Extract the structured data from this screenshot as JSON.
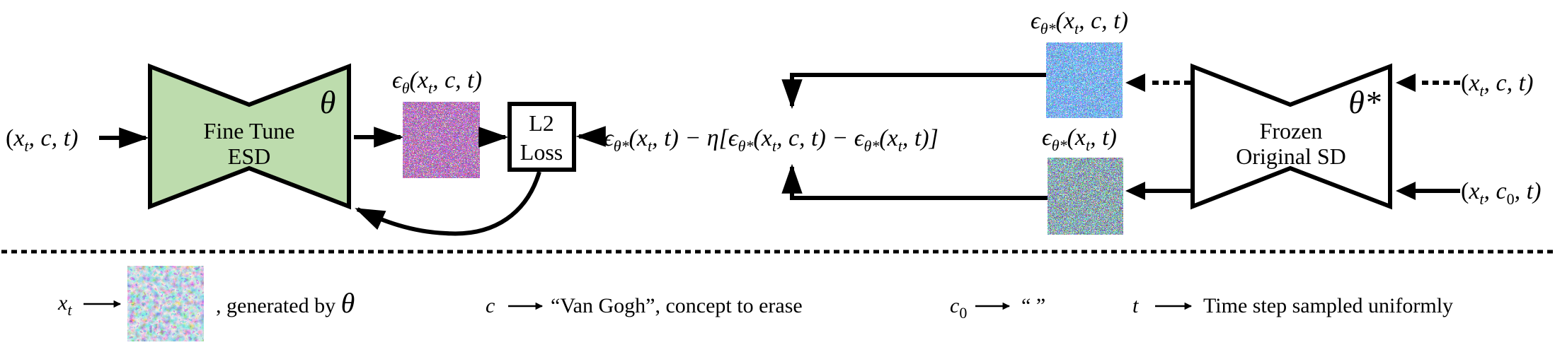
{
  "colors": {
    "finetune_fill": "#bddcad",
    "stroke": "#000000",
    "frozen_fill": "#ffffff"
  },
  "finetune_model": {
    "line1": "Fine Tune",
    "line2": "ESD",
    "param_symbol": "θ"
  },
  "frozen_model": {
    "line1": "Frozen",
    "line2": "Original SD",
    "param_symbol": "θ*"
  },
  "loss_box": {
    "line1": "L2",
    "line2": "Loss"
  },
  "inputs": {
    "finetune_input": {
      "open": "(",
      "x": "x",
      "x_sub": "t",
      "rest": ", c, t)"
    },
    "frozen_input_cond": {
      "open": "(",
      "x": "x",
      "x_sub": "t",
      "rest": ", c, t)"
    },
    "frozen_input_uncond": {
      "open": "(",
      "x": "x",
      "x_sub": "t",
      "mid": ", c",
      "c_sub": "0",
      "rest": ", t)"
    }
  },
  "noise_labels": {
    "finetune_output": {
      "eps": "ϵ",
      "sub": "θ",
      "args_open": "(x",
      "args_sub": "t",
      "args_rest": ", c, t)"
    },
    "frozen_cond_output": {
      "eps": "ϵ",
      "sub": "θ*",
      "args_open": "(x",
      "args_sub": "t",
      "args_rest": ", c, t)"
    },
    "frozen_uncond_output": {
      "eps": "ϵ",
      "sub": "θ*",
      "args_open": "(x",
      "args_sub": "t",
      "args_rest": ", t)"
    }
  },
  "target_formula": {
    "t1_eps": "ϵ",
    "t1_sub": "θ*",
    "t1_open": "(x",
    "t1_xsub": "t",
    "t1_rest": ", t) − η[",
    "t2_eps": "ϵ",
    "t2_sub": "θ*",
    "t2_open": "(x",
    "t2_xsub": "t",
    "t2_rest": ", c, t) − ",
    "t3_eps": "ϵ",
    "t3_sub": "θ*",
    "t3_open": "(x",
    "t3_xsub": "t",
    "t3_rest": ", t)]"
  },
  "legend": {
    "xt": {
      "symbol": "x",
      "sub": "t",
      "description": ", generated by ",
      "by_symbol": "θ"
    },
    "c": {
      "symbol": "c",
      "description": "“Van Gogh”, concept to erase"
    },
    "c0": {
      "symbol": "c",
      "sub": "0",
      "description": "“ ”"
    },
    "t": {
      "symbol": "t",
      "description": "Time step sampled uniformly"
    }
  },
  "icons": {
    "noise": "noise-image-icon",
    "generated": "generated-image-icon",
    "arrow": "arrow-icon"
  }
}
